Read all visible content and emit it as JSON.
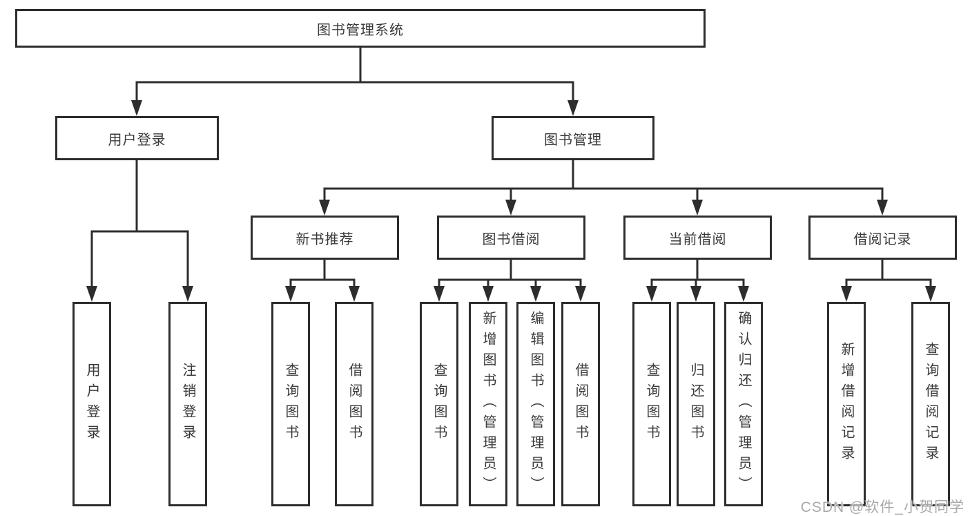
{
  "diagram": {
    "title": "图书管理系统",
    "root": {
      "label": "图书管理系统"
    },
    "branches": [
      {
        "label": "用户登录",
        "children": [
          {
            "label": "用户登录"
          },
          {
            "label": "注销登录"
          }
        ]
      },
      {
        "label": "图书管理",
        "children": [
          {
            "label": "新书推荐",
            "children": [
              {
                "label": "查询图书"
              },
              {
                "label": "借阅图书"
              }
            ]
          },
          {
            "label": "图书借阅",
            "children": [
              {
                "label": "查询图书"
              },
              {
                "label": "新增图书（管理员）"
              },
              {
                "label": "编辑图书（管理员）"
              },
              {
                "label": "借阅图书"
              }
            ]
          },
          {
            "label": "当前借阅",
            "children": [
              {
                "label": "查询图书"
              },
              {
                "label": "归还图书"
              },
              {
                "label": "确认归还（管理员）"
              }
            ]
          },
          {
            "label": "借阅记录",
            "children": [
              {
                "label": "新增借阅记录"
              },
              {
                "label": "查询借阅记录"
              }
            ]
          }
        ]
      }
    ]
  },
  "watermark": {
    "text": "CSDN @软件_小贺同学"
  },
  "colors": {
    "line": "#2d2d2d",
    "border": "#2d2d2d",
    "text": "#3a3a3a",
    "watermark": "#a9a9a9",
    "background": "#ffffff"
  }
}
